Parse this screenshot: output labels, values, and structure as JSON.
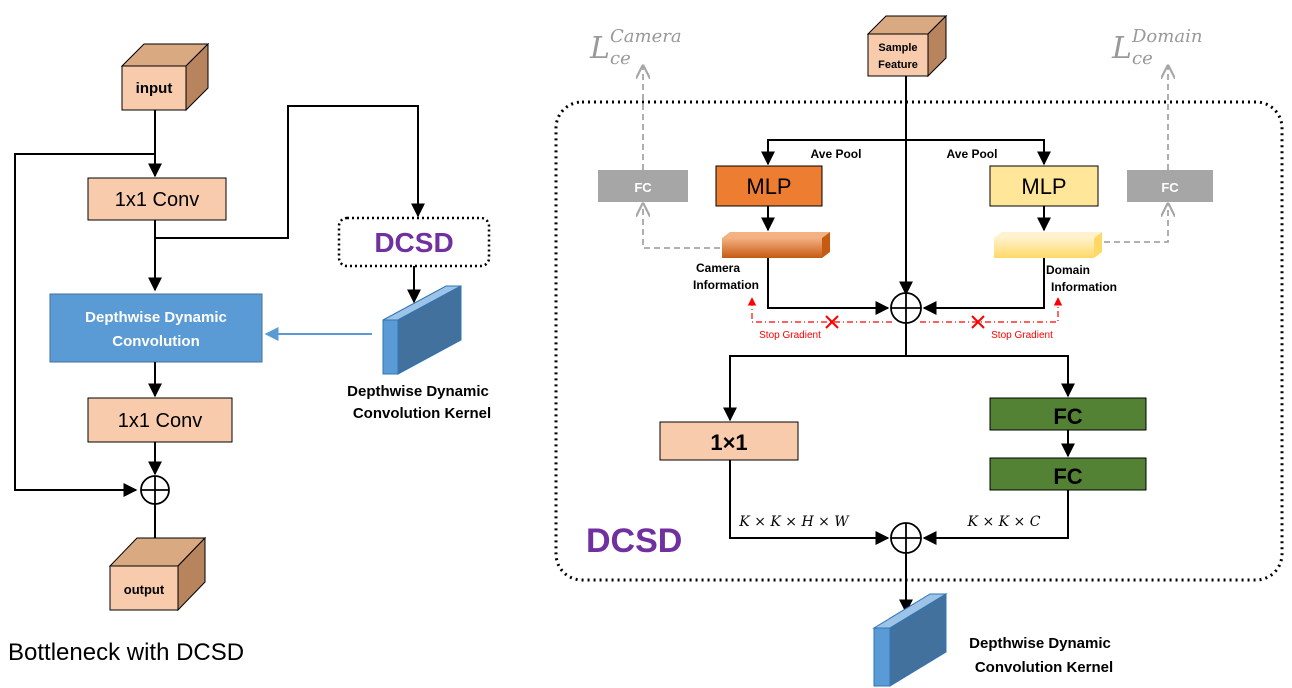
{
  "left": {
    "input": "input",
    "conv_top": "1x1 Conv",
    "ddc": [
      "Depthwise Dynamic",
      "Convolution"
    ],
    "conv_bottom": "1x1 Conv",
    "output": "output",
    "dcsd": "DCSD",
    "kernel": [
      "Depthwise Dynamic",
      "Convolution Kernel"
    ],
    "caption": "Bottleneck with DCSD"
  },
  "right": {
    "sample": [
      "Sample",
      "Feature"
    ],
    "loss_camera": {
      "base": "L",
      "sup": "Camera",
      "sub": "ce"
    },
    "loss_domain": {
      "base": "L",
      "sup": "Domain",
      "sub": "ce"
    },
    "ave_pool_left": "Ave Pool",
    "ave_pool_right": "Ave Pool",
    "fc_left": "FC",
    "fc_right": "FC",
    "mlp_left": "MLP",
    "mlp_right": "MLP",
    "camera_info": [
      "Camera",
      "Information"
    ],
    "domain_info": [
      "Domain",
      "Information"
    ],
    "stop_left": "Stop Gradient",
    "stop_right": "Stop Gradient",
    "conv_1x1": "1×1",
    "fc_green_top": "FC",
    "fc_green_bottom": "FC",
    "dim_left": "K × K × H × W",
    "dim_right": "K × K × C",
    "dcsd": "DCSD",
    "kernel": [
      "Depthwise Dynamic",
      "Convolution Kernel"
    ]
  },
  "colors": {
    "peach": "#F8CBAD",
    "peach_dark": "#B7845D",
    "blue": "#5B9BD5",
    "orange": "#ED7D31",
    "yellow": "#FFE699",
    "green": "#548235",
    "gray": "#A6A6A6",
    "purple": "#7030A0",
    "red": "#FF0000"
  }
}
